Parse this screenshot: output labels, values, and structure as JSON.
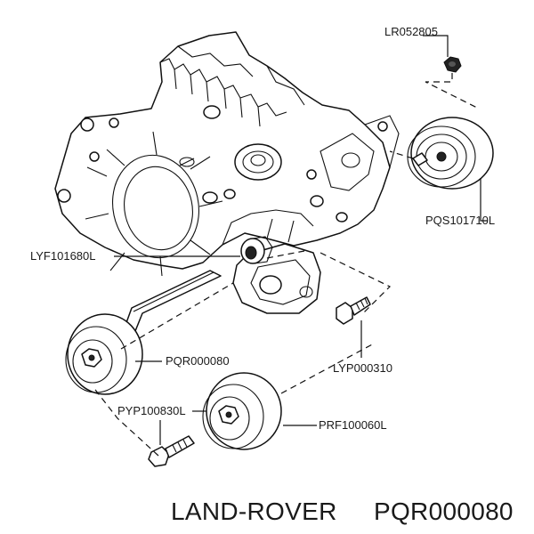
{
  "labels": {
    "lr052805": "LR052805",
    "pqs101710l": "PQS101710L",
    "lyf101680l": "LYF101680L",
    "lyp000310": "LYP000310",
    "pqr000080": "PQR000080",
    "pyp100830l": "PYP100830L",
    "prf100060l": "PRF100060L"
  },
  "footer": {
    "brand": "LAND-ROVER",
    "part_number": "PQR000080"
  }
}
